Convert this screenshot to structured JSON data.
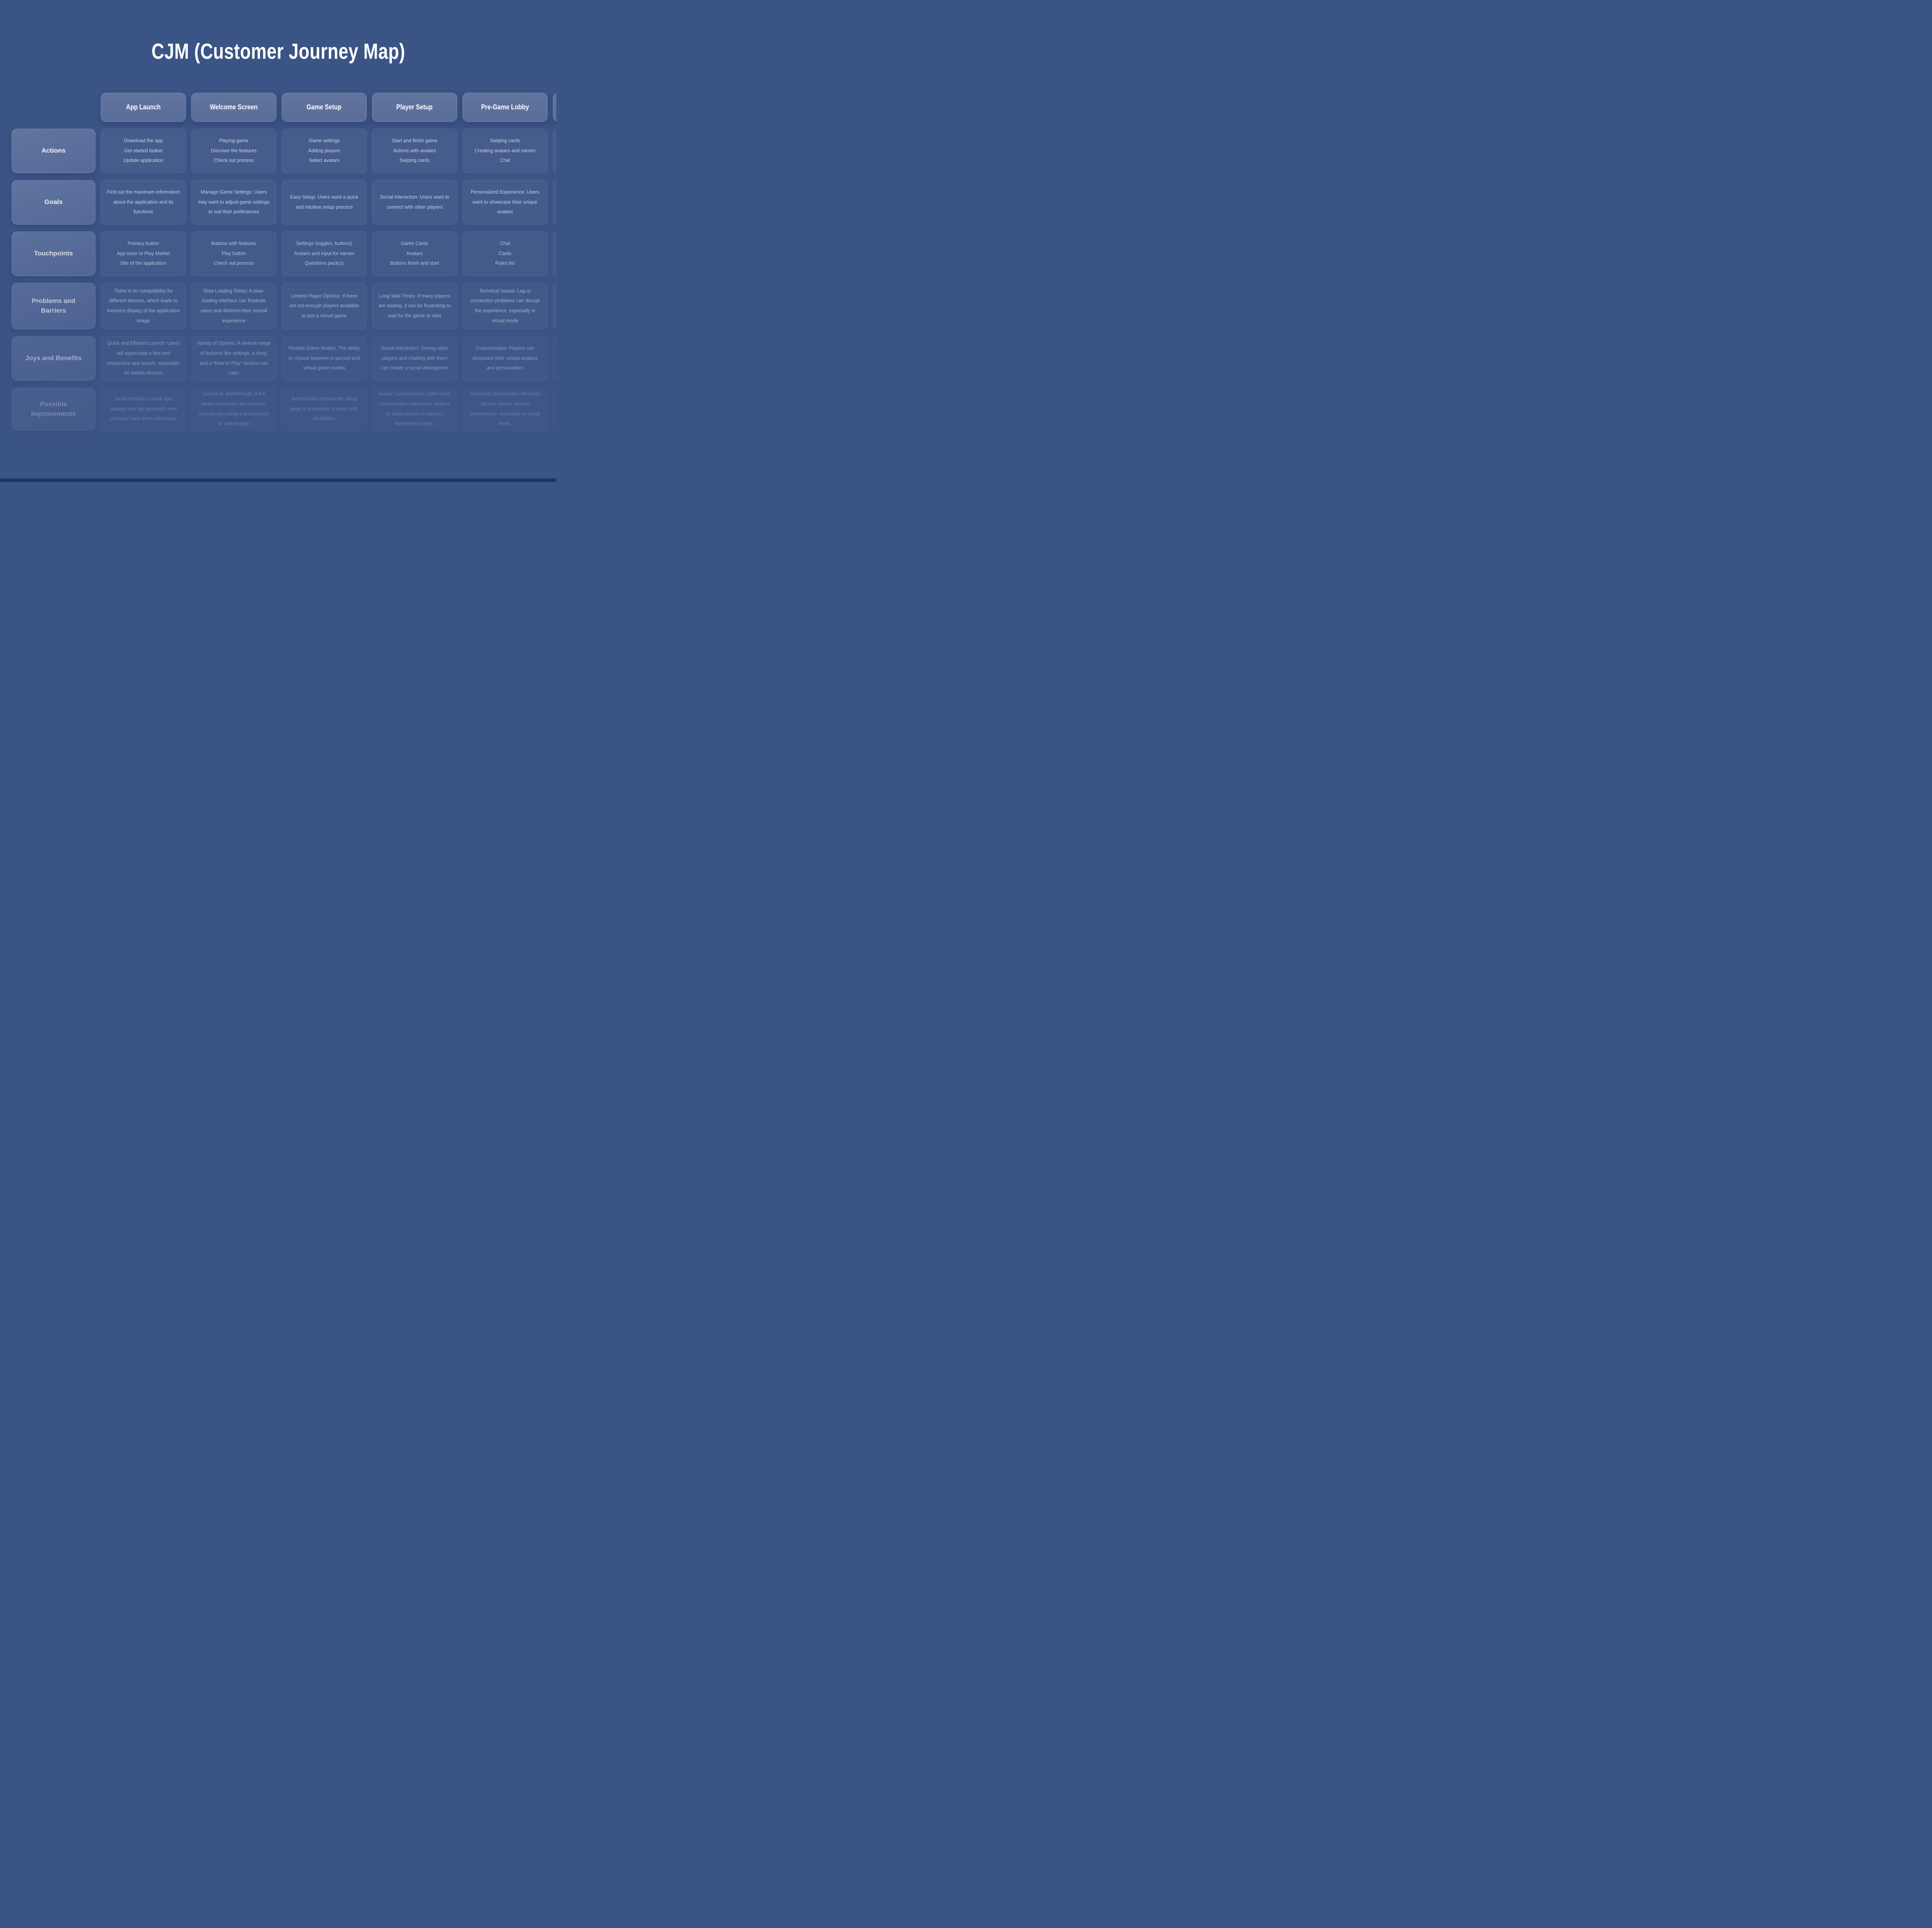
{
  "title": "CJM (Customer Journey Map)",
  "theme": {
    "background": "#3b5486",
    "pill_fill": "#5d72a1",
    "cell_text": "#c7d2e6",
    "title_text": "#ffffff",
    "bottom_bar": "#1d3765"
  },
  "columns": [
    "App Launch",
    "Welcome Screen",
    "Game Setup",
    "Player Setup",
    "Pre-Game Lobby"
  ],
  "rows": [
    {
      "label": "Actions",
      "cells": [
        [
          "Download the app",
          "Get started button",
          "Update application"
        ],
        [
          "Playing game",
          "Discover the features",
          "Check out process"
        ],
        [
          "Game settings",
          "Adding players",
          "Select avatars"
        ],
        [
          "Start and finish game",
          "Actions with avatars",
          "Swiping cards"
        ],
        [
          "Swiping cards",
          "Creating avatars and names",
          "Chat"
        ]
      ]
    },
    {
      "label": "Goals",
      "cells": [
        "Find out the maximum information about the application and its functions",
        "Manage Game Settings: Users may want to adjust game settings to suit their preferences",
        "Easy Setup: Users want a quick and intuitive setup process",
        "Social Interaction: Users want to connect with other players",
        "Personalized Experience: Users want to showcase their unique avatars"
      ]
    },
    {
      "label": "Touchpoints",
      "cells": [
        [
          "Primary button",
          "App store or Play Market",
          "Site of the application"
        ],
        [
          "Buttons with features",
          "Play button",
          "Check out process"
        ],
        [
          "Settings (toggles, buttons)",
          "Avatars and input for names",
          "Questions pack(s)"
        ],
        [
          "Game Cards",
          "Avatars",
          "Buttons finish and start"
        ],
        [
          "Chat",
          "Cards",
          "Rules list"
        ]
      ]
    },
    {
      "label": "Problems and Barriers",
      "cells": [
        "There is no compatibility for different devices, which leads to incorrect display of the application image",
        "Slow Loading Times: A slow-loading interface can frustrate users and diminish their overall experience",
        "Limited Player Options: If there are not enough players available to join a virtual game",
        "Long Wait Times: If many players are waiting, it can be frustrating to wait for the game to start",
        "Technical Issues: Lag or connection problems can disrupt the experience, especially in virtual mode"
      ]
    },
    {
      "label": "Joys and Benefits",
      "cells": [
        "Quick and Efficient Launch: Users will appreciate a fast and responsive app launch, especially on mobile devices",
        "Variety of Options: A diverse range of features like settings, a shop, and a \"How to Play\" section can cater",
        "Flexible Game Modes: The ability to choose between in-person and virtual game modes",
        "Social Interaction: Seeing other players and chatting with them can create a social atmosphere",
        "Customization: Players can showcase their unique avatars and personalities"
      ]
    },
    {
      "label": "Possible Improvements",
      "cells": [
        "Send reminders about app updates and tell you which new products have been introduced",
        "Tutorial or Walkthrough: If the game mechanics are complex, consider providing a brief tutorial or walkthrough",
        "Accessibility: Ensure the setup page is accessible to users with disabilities",
        "Avatar Customization: Offer more customization options for avatars to allow players to express themselves better.",
        "Technical Optimization: Minimize lag and ensure smooth performance, especially in virtual mode."
      ]
    }
  ]
}
